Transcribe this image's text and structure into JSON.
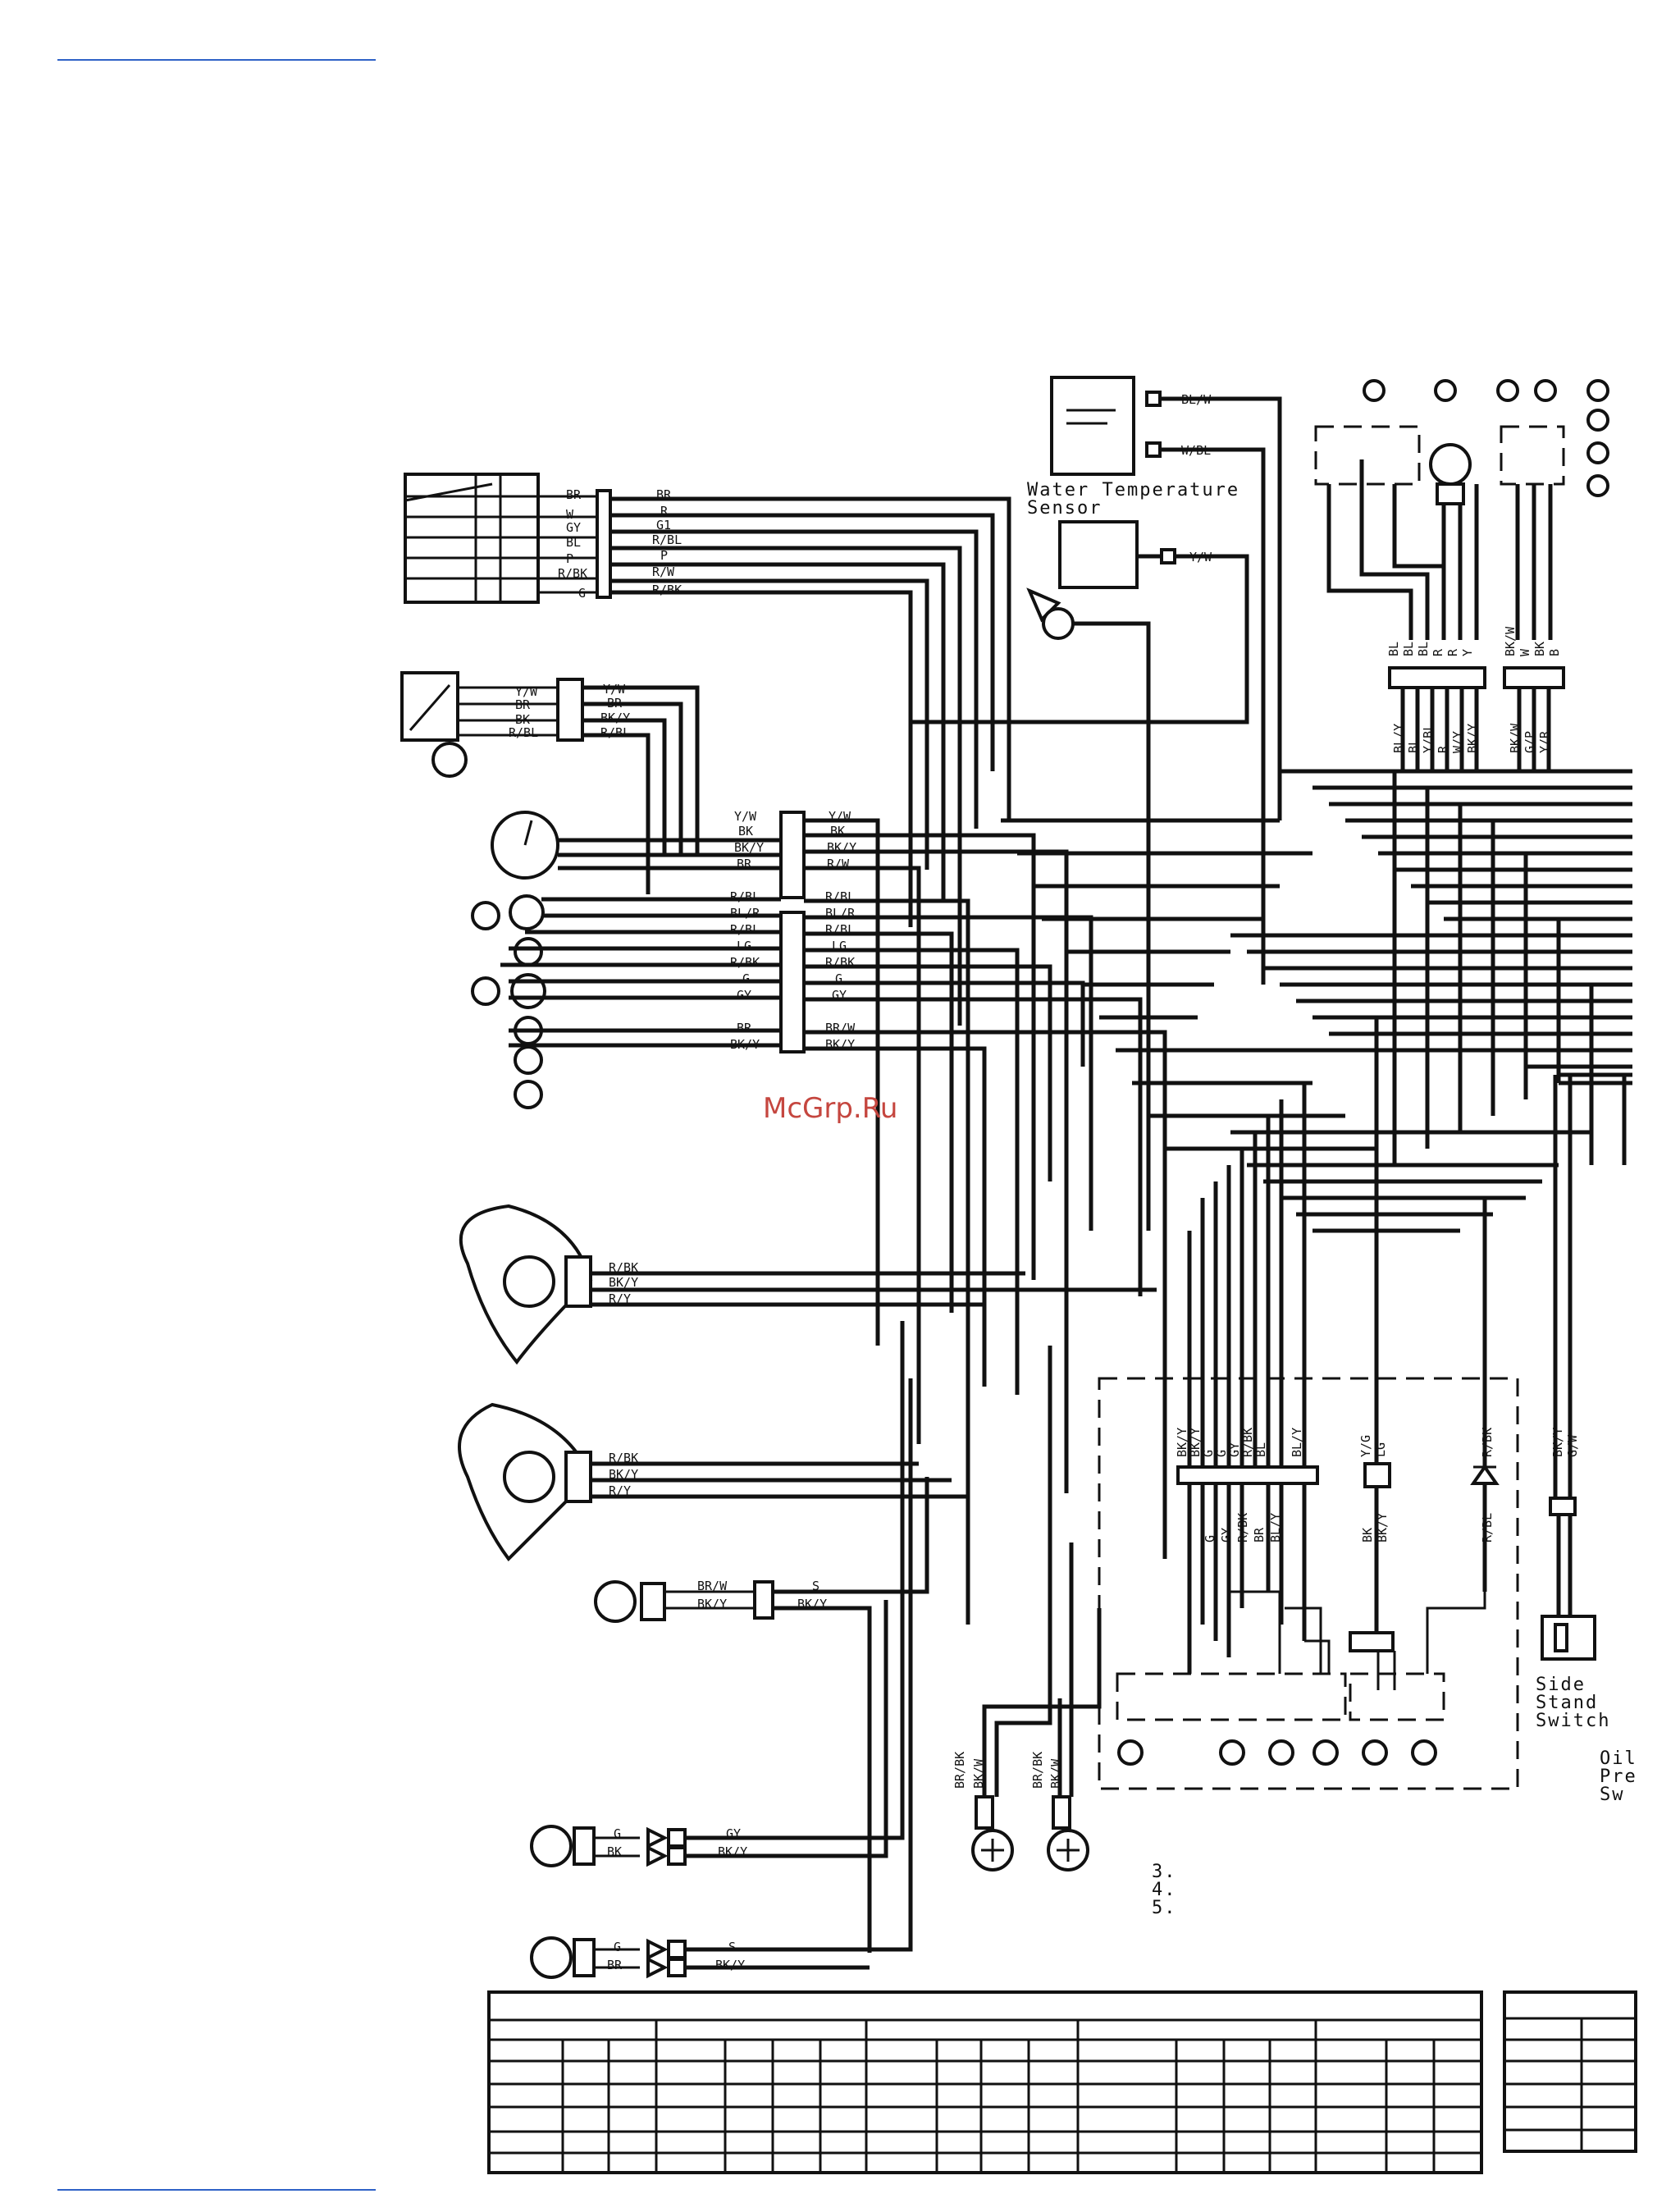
{
  "watermark": "McGrp.Ru",
  "labels": {
    "water_temp_sensor": [
      "Water Temperature",
      "Sensor"
    ],
    "side_stand_switch": [
      "Side",
      "Stand",
      "Switch"
    ],
    "oil_pressure_switch_partial": [
      "Oil",
      "Pre",
      "Sw"
    ],
    "partial_numbers": [
      "3.",
      "4.",
      "5."
    ]
  },
  "wire_codes": {
    "meter_connector": [
      "BR",
      "W",
      "GY",
      "BL",
      "P",
      "R/BK",
      "G"
    ],
    "meter_connector_right": [
      "BR",
      "R",
      "G1",
      "R/BL",
      "P",
      "R/W",
      "R/BK"
    ],
    "speed_sensor": [
      "Y/W",
      "BR",
      "BK",
      "R/BL"
    ],
    "speed_sensor_right": [
      "Y/W",
      "BR",
      "BK/Y",
      "R/BL"
    ],
    "cluster_a_left": [
      "Y/W",
      "BK",
      "BK/Y",
      "BR"
    ],
    "cluster_a_right": [
      "Y/W",
      "BK",
      "BK/Y",
      "R/W"
    ],
    "cluster_b_left": [
      "R/BL",
      "BL/R",
      "R/BL",
      "LG",
      "R/BK",
      "G",
      "GY",
      "BR",
      "BK/Y"
    ],
    "cluster_b_right": [
      "R/BL",
      "BL/R",
      "R/BL",
      "LG",
      "R/BK",
      "G",
      "GY",
      "BR/W",
      "BK/Y"
    ],
    "headlight_upper": [
      "R/BK",
      "BK/Y",
      "R/Y"
    ],
    "headlight_lower": [
      "R/BK",
      "BK/Y",
      "R/Y"
    ],
    "city_light": [
      "BR/W",
      "BK/Y",
      "S",
      "BK/Y"
    ],
    "turn_front_right": [
      "G",
      "BK",
      "GY",
      "BK/Y"
    ],
    "turn_front_left": [
      "G",
      "BR",
      "S",
      "BK/Y"
    ],
    "horn_a": [
      "BR/BK",
      "BK/W"
    ],
    "horn_b": [
      "BR/BK",
      "BK/W"
    ],
    "water_temp_wires": [
      "BL/W",
      "W/BL",
      "Y/W"
    ],
    "junction_top": [
      "BK/Y",
      "BK/Y",
      "G",
      "G",
      "GY",
      "R/BK",
      "BL",
      "BL/Y",
      "Y/G",
      "LG",
      "R/BK"
    ],
    "junction_bottom": [
      "G",
      "GY",
      "R/BK",
      "BR",
      "BL/Y",
      "BK",
      "BK/Y",
      "R/BL"
    ],
    "side_stand": [
      "BK/Y",
      "G/W"
    ],
    "right_connector_top": [
      "BL",
      "BL",
      "BL",
      "R",
      "R",
      "Y",
      "BK/W",
      "W",
      "BK",
      "B"
    ],
    "right_connector_bottom": [
      "BL/Y",
      "BL",
      "Y/BL",
      "R",
      "W/Y",
      "BK/Y",
      "BK/W",
      "G/P",
      "Y/R"
    ]
  }
}
